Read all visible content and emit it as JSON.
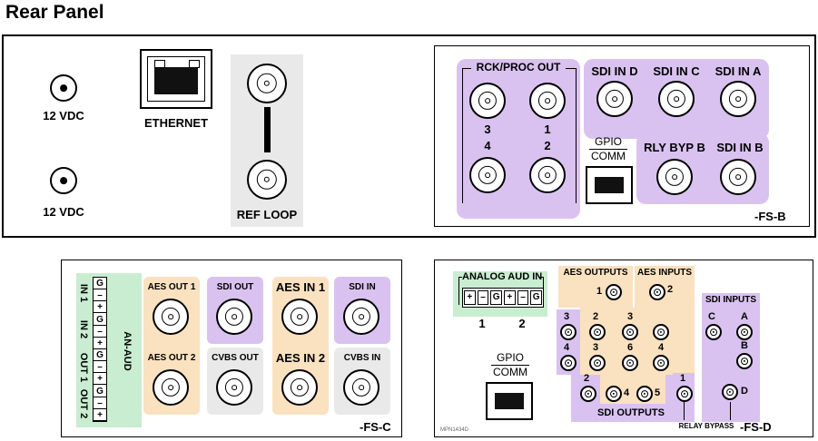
{
  "title": "Rear Panel",
  "top": {
    "power1": "12 VDC",
    "power2": "12 VDC",
    "ethernet": "ETHERNET",
    "ref_loop": "REF LOOP",
    "fsb": {
      "rck_proc_out": "RCK/PROC OUT",
      "n3": "3",
      "n1": "1",
      "n4": "4",
      "n2": "2",
      "sdi_in_d": "SDI IN D",
      "sdi_in_c": "SDI IN C",
      "sdi_in_a": "SDI IN A",
      "gpio": "GPIO",
      "comm": "COMM",
      "rly_byp_b": "RLY BYP B",
      "sdi_in_b": "SDI IN B",
      "tag": "-FS-B"
    }
  },
  "fsc": {
    "terminal": [
      "G",
      "–",
      "+",
      "G",
      "–",
      "+",
      "G",
      "–",
      "+",
      "G",
      "–",
      "+"
    ],
    "groups": [
      "IN 1",
      "IN 2",
      "OUT 1",
      "OUT 2"
    ],
    "an_aud": "AN-AUD",
    "aes_out1": "AES OUT 1",
    "aes_out2": "AES OUT 2",
    "sdi_out": "SDI OUT",
    "cvbs_out": "CVBS OUT",
    "aes_in1": "AES IN 1",
    "aes_in2": "AES IN 2",
    "sdi_in": "SDI IN",
    "cvbs_in": "CVBS IN",
    "tag": "-FS-C"
  },
  "fsd": {
    "analog_aud_in": "ANALOG AUD IN",
    "terminal": [
      "+",
      "–",
      "G",
      "+",
      "–",
      "G"
    ],
    "ch1": "1",
    "ch2": "2",
    "gpio": "GPIO",
    "comm": "COMM",
    "aes_outputs": "AES OUTPUTS",
    "aes_inputs": "AES INPUTS",
    "sdi_inputs": "SDI INPUTS",
    "sdi_outputs": "SDI OUTPUTS",
    "relay_bypass": "RELAY BYPASS",
    "n_ao1": "1",
    "n_ai2": "2",
    "n_l3": "3",
    "n_l4": "4",
    "n_ao2": "2",
    "n_ao3": "3",
    "n_ai3": "3",
    "n_ai6": "6",
    "n_ai4": "4",
    "n_so2": "2",
    "n_so4": "4",
    "n_so5": "5",
    "n_rb1": "1",
    "c": "C",
    "a": "A",
    "b": "B",
    "d": "D",
    "doc_id": "MPN1434D",
    "tag": "-FS-D"
  }
}
